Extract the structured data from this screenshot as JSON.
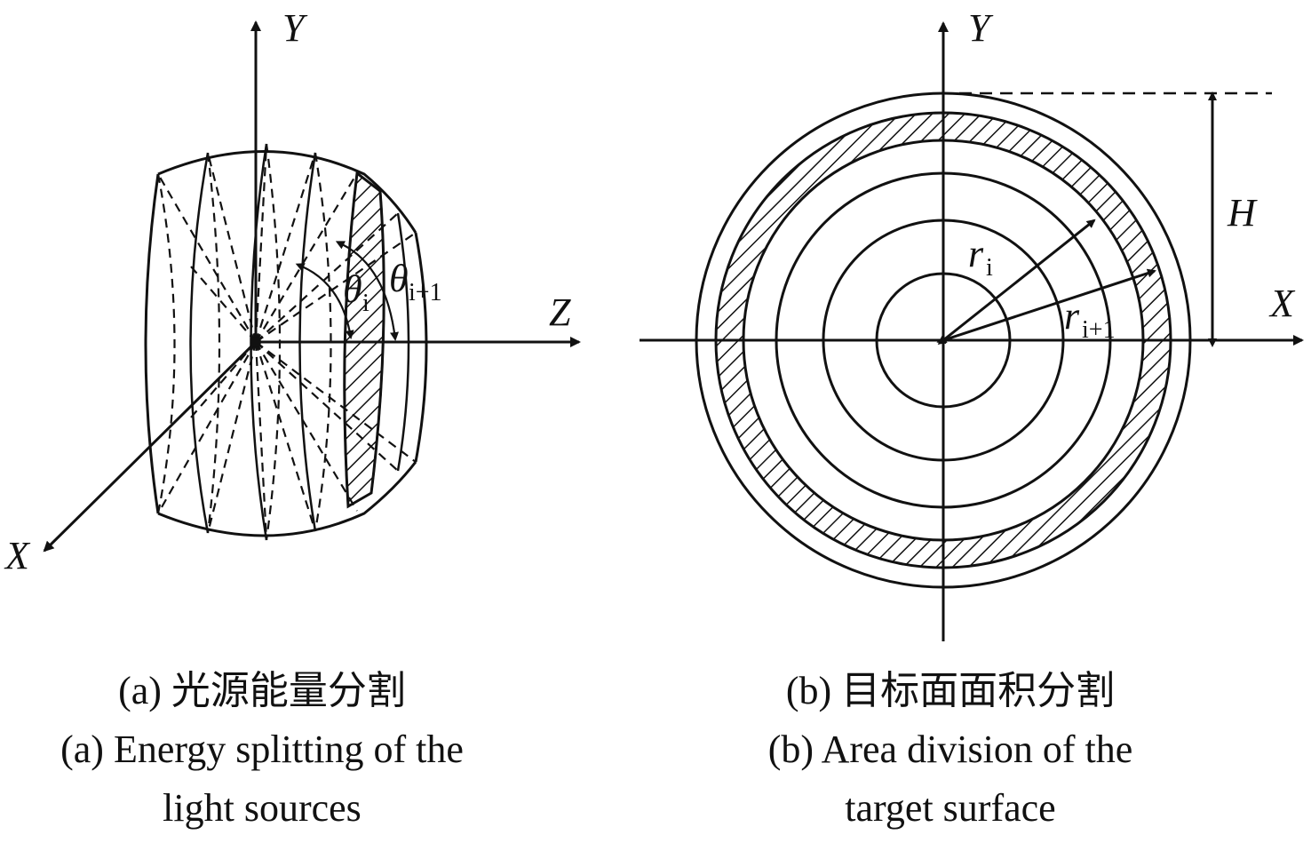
{
  "panel_a": {
    "axes": {
      "y": "Y",
      "z": "Z",
      "x": "X"
    },
    "angle_i": "θ",
    "angle_i_sub": "i",
    "angle_next": "θ",
    "angle_next_sub": "i+1",
    "caption_cn": "(a) 光源能量分割",
    "caption_en_1": "(a) Energy splitting of the",
    "caption_en_2": "light sources"
  },
  "panel_b": {
    "axes": {
      "y": "Y",
      "x": "X"
    },
    "height_label": "H",
    "radius_i": "r",
    "radius_i_sub": "i",
    "radius_next": "r",
    "radius_next_sub": "i+1",
    "caption_cn": "(b) 目标面面积分割",
    "caption_en_1": "(b) Area division of the",
    "caption_en_2": "target surface"
  }
}
